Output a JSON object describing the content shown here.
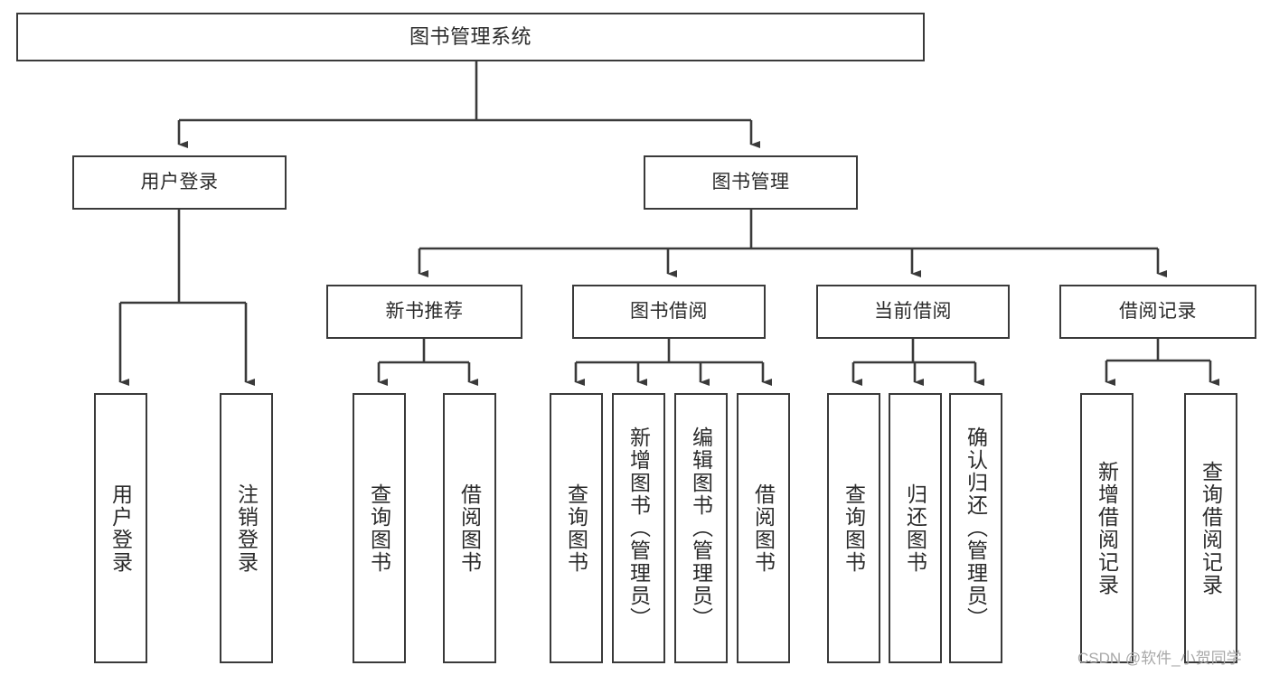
{
  "diagram": {
    "title": "图书管理系统",
    "watermark": "CSDN @软件_小贺同学",
    "colors": {
      "box_border": "#3a3a3a",
      "box_fill": "#ffffff",
      "connector": "#3a3a3a",
      "text": "#2b2b2b",
      "watermark": "#a8a8a8"
    },
    "root": {
      "label": "图书管理系统"
    },
    "level2": [
      {
        "label": "用户登录"
      },
      {
        "label": "图书管理"
      }
    ],
    "level3": [
      {
        "label": "新书推荐"
      },
      {
        "label": "图书借阅"
      },
      {
        "label": "当前借阅"
      },
      {
        "label": "借阅记录"
      }
    ],
    "leaves": {
      "user_login": [
        {
          "label": "用户登录"
        },
        {
          "label": "注销登录"
        }
      ],
      "new_book_recommend": [
        {
          "label": "查询图书"
        },
        {
          "label": "借阅图书"
        }
      ],
      "book_borrow": [
        {
          "label": "查询图书"
        },
        {
          "label": "新增图书（管理员）"
        },
        {
          "label": "编辑图书（管理员）"
        },
        {
          "label": "借阅图书"
        }
      ],
      "current_borrow": [
        {
          "label": "查询图书"
        },
        {
          "label": "归还图书"
        },
        {
          "label": "确认归还（管理员）"
        }
      ],
      "borrow_record": [
        {
          "label": "新增借阅记录"
        },
        {
          "label": "查询借阅记录"
        }
      ]
    }
  }
}
